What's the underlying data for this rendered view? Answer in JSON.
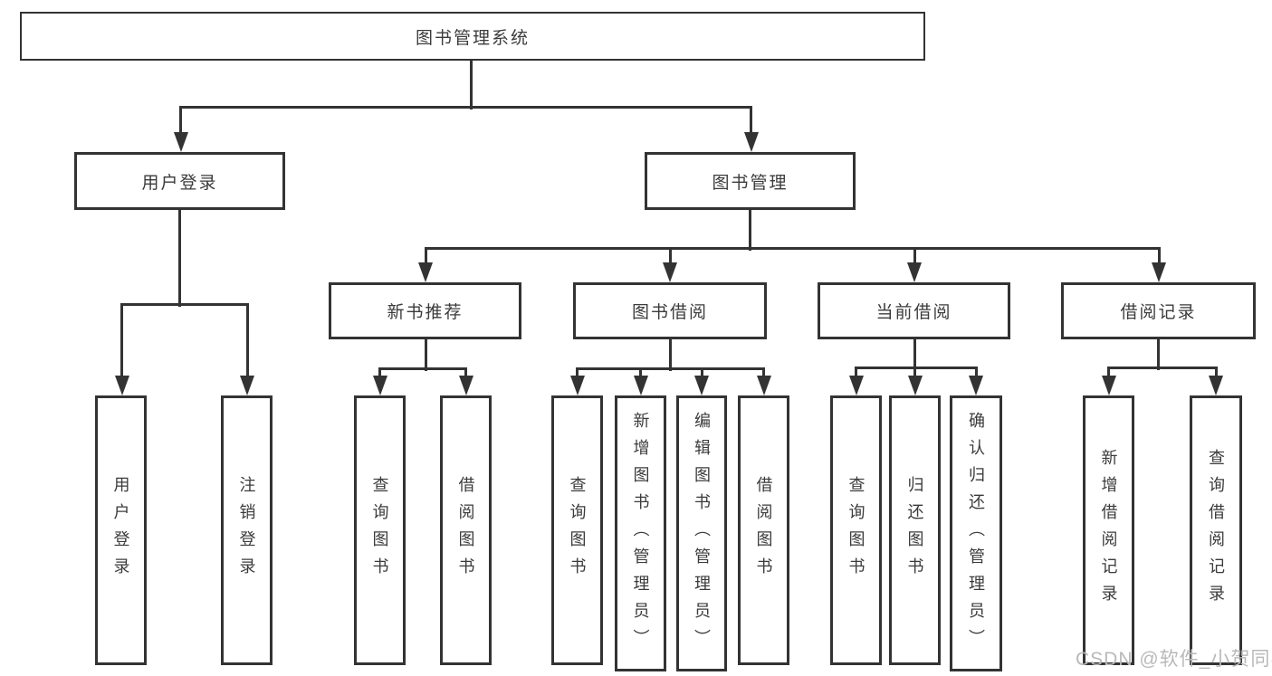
{
  "tree": {
    "root": {
      "label": "图书管理系统"
    },
    "children": [
      {
        "label": "用户登录",
        "children": [
          {
            "label": "用户登录"
          },
          {
            "label": "注销登录"
          }
        ]
      },
      {
        "label": "图书管理",
        "children": [
          {
            "label": "新书推荐",
            "children": [
              {
                "label": "查询图书"
              },
              {
                "label": "借阅图书"
              }
            ]
          },
          {
            "label": "图书借阅",
            "children": [
              {
                "label": "查询图书"
              },
              {
                "label": "新增图书（管理员）"
              },
              {
                "label": "编辑图书（管理员）"
              },
              {
                "label": "借阅图书"
              }
            ]
          },
          {
            "label": "当前借阅",
            "children": [
              {
                "label": "查询图书"
              },
              {
                "label": "归还图书"
              },
              {
                "label": "确认归还（管理员）"
              }
            ]
          },
          {
            "label": "借阅记录",
            "children": [
              {
                "label": "新增借阅记录"
              },
              {
                "label": "查询借阅记录"
              }
            ]
          }
        ]
      }
    ]
  },
  "watermark": {
    "text": "CSDN @软件_小贺同学"
  },
  "colors": {
    "line": "#333333",
    "text": "#3b3b3b",
    "box_background": "#ffffff",
    "watermark": "#b9b9b9"
  }
}
